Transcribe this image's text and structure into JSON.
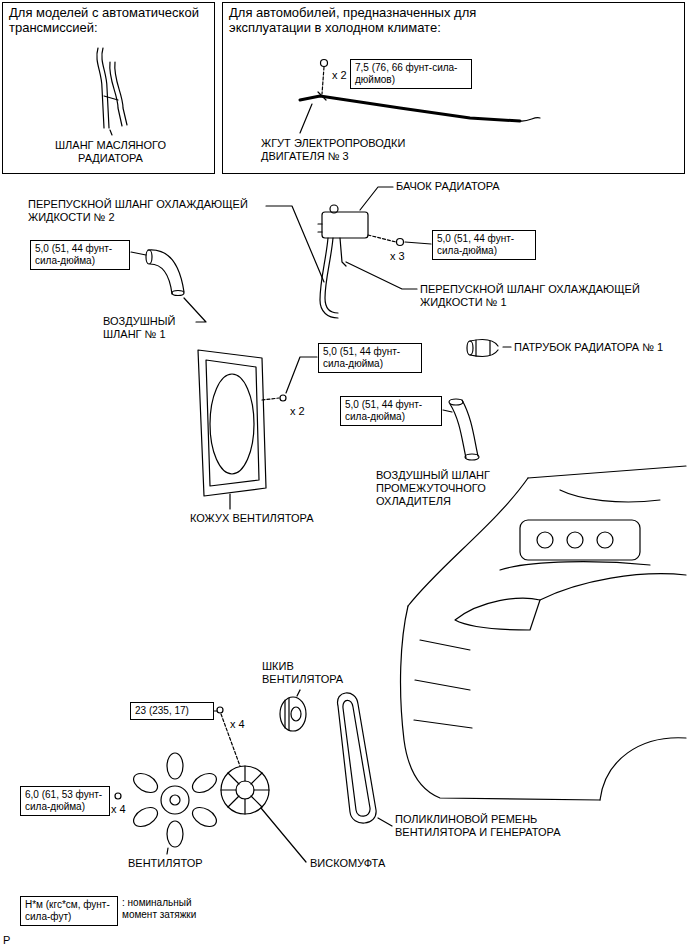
{
  "diagram": {
    "nodes": [
      {
        "text": [
          "Для моделей с автоматической трансмиссией:",
          "ШЛАНГ МАСЛЯНОГО РАДИАТОРА"
        ]
      },
      {
        "text": [
          "Для автомобилей, предназначенных для эксплуатации в холодном климате:",
          "x 2",
          "ЖГУТ ЭЛЕКТРОПРОВОДКИ ДВИГАТЕЛЯ № 3"
        ]
      },
      {
        "text": [
          "7,5 (76, 66 фунт-сила-дюймов)"
        ],
        "in": 1
      },
      {
        "text": [
          "5,0 (51, 44 фунт-сила-дюйма)"
        ]
      },
      {
        "text": [
          "5,0 (51, 44 фунт-сила-дюйма)"
        ]
      },
      {
        "text": [
          "5,0 (51, 44 фунт-сила-дюйма)"
        ]
      },
      {
        "text": [
          "5,0 (51, 44 фунт-сила-дюйма)"
        ]
      },
      {
        "text": [
          "23 (235, 17)"
        ]
      },
      {
        "text": [
          "6,0 (61, 53 фунт-сила-дюйма)"
        ]
      },
      {
        "text": [
          "Н*м (кгс*см, фунт-сила-фут)"
        ]
      }
    ],
    "labels": [
      "ПЕРЕПУСКНОЙ ШЛАНГ ОХЛАЖДАЮЩЕЙ ЖИДКОСТИ № 2",
      "БАЧОК РАДИАТОРА",
      "x 3",
      "ПЕРЕПУСКНОЙ ШЛАНГ ОХЛАЖДАЮЩЕЙ ЖИДКОСТИ № 1",
      "ВОЗДУШНЫЙ ШЛАНГ № 1",
      "ПАТРУБОК РАДИАТОРА № 1",
      "x 2",
      "ВОЗДУШНЫЙ ШЛАНГ ПРОМЕЖУТОЧНОГО ОХЛАДИТЕЛЯ",
      "КОЖУХ ВЕНТИЛЯТОРА",
      "ШКИВ ВЕНТИЛЯТОРА",
      "x 4",
      "x 4",
      "ПОЛИКЛИНОВОЙ РЕМЕНЬ ВЕНТИЛЯТОРА И ГЕНЕРАТОРА",
      "ВЕНТИЛЯТОР",
      "ВИСКОМУФТА",
      ": номинальный момент затяжки",
      "P"
    ]
  }
}
